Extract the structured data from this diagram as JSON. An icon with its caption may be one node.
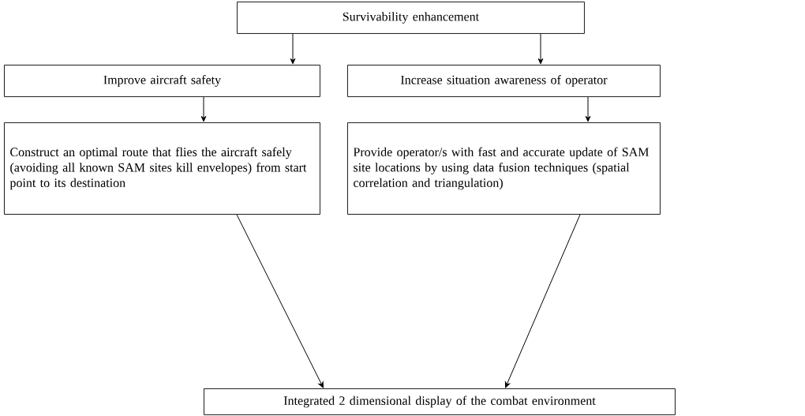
{
  "diagram": {
    "nodes": [
      {
        "text": [
          "Survivability enhancement"
        ]
      },
      {
        "text": [
          "Improve aircraft safety"
        ]
      },
      {
        "text": [
          "Increase situation awareness of operator"
        ]
      },
      {
        "text": [
          "Construct an optimal route that flies the aircraft safely (avoiding all known SAM sites kill envelopes) from start point to its destination"
        ]
      },
      {
        "text": [
          "Provide operator/s with fast and accurate update of SAM site locations by using data fusion techniques (spatial correlation and triangulation)"
        ]
      },
      {
        "text": [
          "Integrated 2 dimensional display of the combat environment"
        ]
      }
    ],
    "edges": [
      {
        "from": 0,
        "to": 1,
        "arrow": "to"
      },
      {
        "from": 0,
        "to": 2,
        "arrow": "to"
      },
      {
        "from": 1,
        "to": 3,
        "arrow": "to"
      },
      {
        "from": 2,
        "to": 4,
        "arrow": "to"
      },
      {
        "from": 3,
        "to": 5,
        "arrow": "to"
      },
      {
        "from": 4,
        "to": 5,
        "arrow": "to"
      }
    ]
  }
}
